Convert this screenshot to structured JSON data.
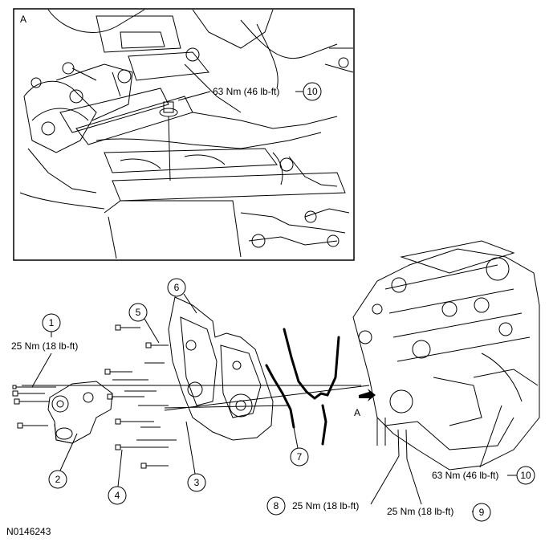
{
  "inset_label": "A",
  "view_arrow_label": "A",
  "figure_id": "N0146243",
  "callouts": [
    {
      "num": "1",
      "spec": "25 Nm (18 lb-ft)"
    },
    {
      "num": "2",
      "spec": ""
    },
    {
      "num": "3",
      "spec": ""
    },
    {
      "num": "4",
      "spec": ""
    },
    {
      "num": "5",
      "spec": ""
    },
    {
      "num": "6",
      "spec": ""
    },
    {
      "num": "7",
      "spec": ""
    },
    {
      "num": "8",
      "spec": "25 Nm (18 lb-ft)"
    },
    {
      "num": "9",
      "spec": "25 Nm (18 lb-ft)"
    },
    {
      "num": "10",
      "spec": "63 Nm (46 lb-ft)"
    }
  ],
  "inset_callout": {
    "num": "10",
    "spec": "63 Nm (46 lb-ft)"
  }
}
